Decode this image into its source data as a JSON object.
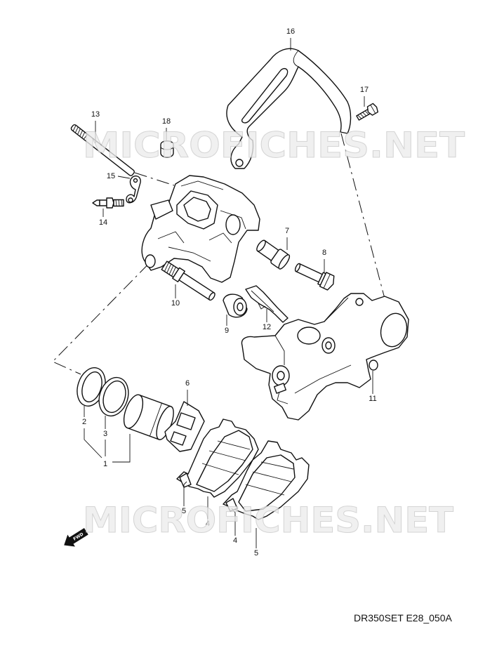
{
  "callouts": [
    "16",
    "17",
    "13",
    "18",
    "15",
    "14",
    "7",
    "8",
    "10",
    "9",
    "12",
    "11",
    "6",
    "2",
    "3",
    "1",
    "5",
    "4",
    "4",
    "5"
  ],
  "diagram_code": "DR350SET E28_050A",
  "watermark": "MICROFICHES.NET",
  "fwd_label": "FWD",
  "icons": {
    "direction": "fwd-arrow-icon"
  },
  "colors": {
    "line": "#111111",
    "background": "#ffffff",
    "watermark": "#c9c9c9"
  }
}
